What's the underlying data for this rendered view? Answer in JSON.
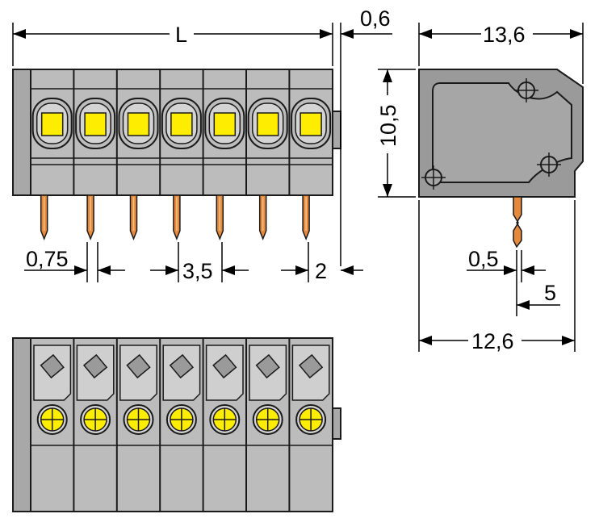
{
  "dimensions": {
    "length": "L",
    "offset_right": "0,6",
    "width_top": "13,6",
    "height": "10,5",
    "pin_width": "0,75",
    "pitch": "3,5",
    "pin_offset_right": "2",
    "pin_thickness": "0,5",
    "pin_offset_side": "5",
    "width_bottom": "12,6"
  },
  "pole_count": 7,
  "colors": {
    "housing": "#bcbcbc",
    "housing_dark": "#9a9a9a",
    "outline": "#1a1a1a",
    "actuator": "#ffed00",
    "pin": "#e58a3c",
    "pin_light": "#f4c08a"
  }
}
